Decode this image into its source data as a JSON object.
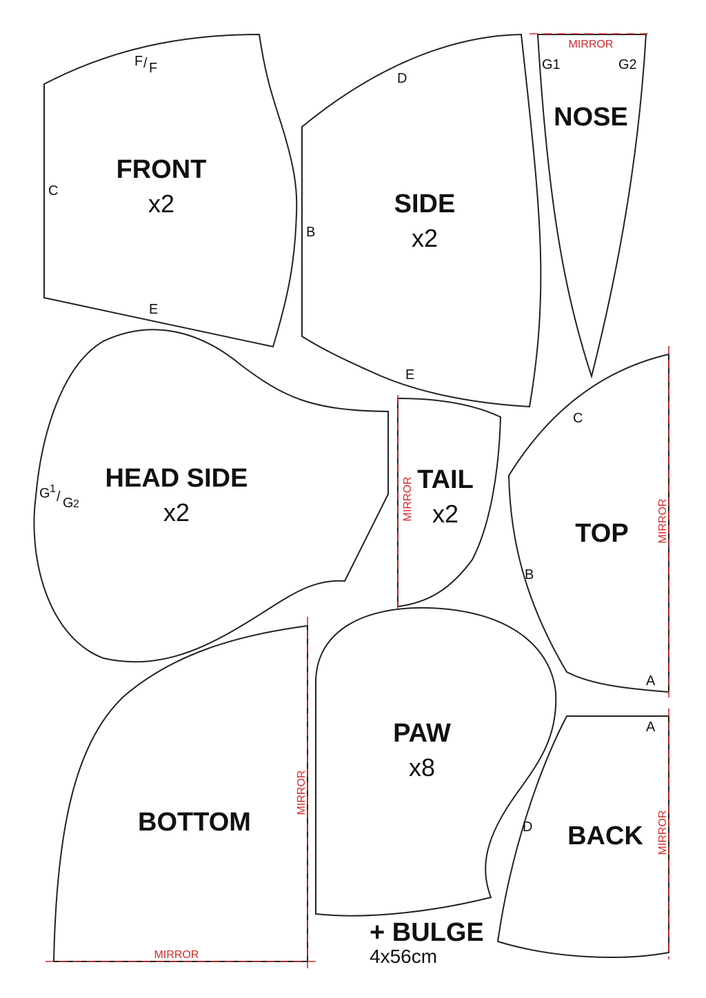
{
  "pieces": {
    "front": {
      "name": "FRONT",
      "qty": "x2"
    },
    "side": {
      "name": "SIDE",
      "qty": "x2"
    },
    "nose": {
      "name": "NOSE"
    },
    "head_side": {
      "name": "HEAD SIDE",
      "qty": "x2"
    },
    "tail": {
      "name": "TAIL",
      "qty": "x2"
    },
    "top": {
      "name": "TOP"
    },
    "bottom": {
      "name": "BOTTOM"
    },
    "paw": {
      "name": "PAW",
      "qty": "x8"
    },
    "back": {
      "name": "BACK"
    }
  },
  "bulge": {
    "name": "+ BULGE",
    "size": "4x56cm"
  },
  "marks": {
    "a": "A",
    "b": "B",
    "c": "C",
    "d": "D",
    "e": "E",
    "f": "F",
    "slash": "/",
    "g1": "G1",
    "g2": "G2",
    "g": "G",
    "one": "1",
    "two": "2"
  },
  "mirror_label": "MIRROR",
  "colors": {
    "outline": "#222222",
    "mirror": "#d62828"
  }
}
